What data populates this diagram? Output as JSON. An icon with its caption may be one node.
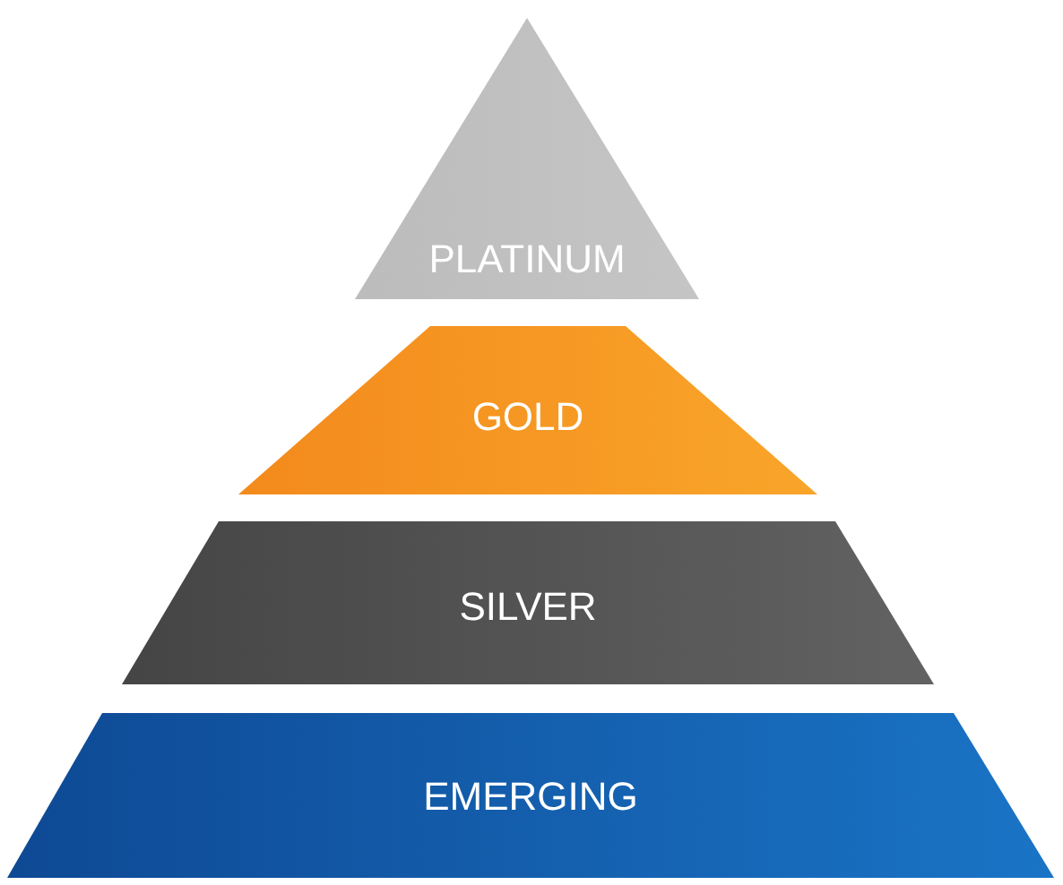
{
  "diagram": {
    "nodes": [
      {
        "text": [
          "PLATINUM"
        ]
      },
      {
        "text": [
          "GOLD"
        ]
      },
      {
        "text": [
          "SILVER"
        ]
      },
      {
        "text": [
          "EMERGING"
        ]
      }
    ]
  }
}
